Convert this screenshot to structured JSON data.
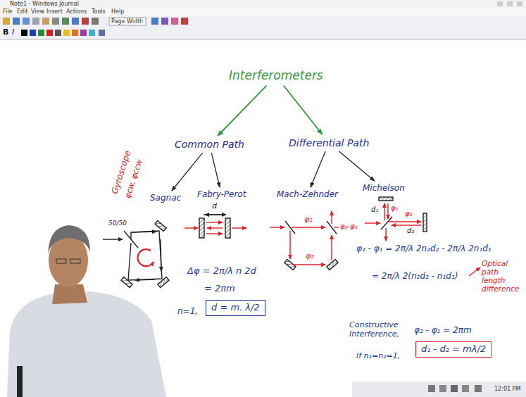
{
  "diagram": {
    "nodes": [
      {
        "text": [
          "Interferometers"
        ]
      },
      {
        "text": [
          "Common Path"
        ]
      },
      {
        "text": [
          "Differential Path"
        ]
      },
      {
        "text": [
          "Sagnac"
        ]
      },
      {
        "text": [
          "Fabry-Perot"
        ]
      },
      {
        "text": [
          "Mach-Zehnder"
        ]
      },
      {
        "text": [
          "Michelson"
        ]
      },
      {
        "text": [
          "d = m. λ/2"
        ]
      },
      {
        "text": [
          "d₁ - d₂ = mλ/2"
        ]
      }
    ],
    "edges": [
      {
        "from": 0,
        "to": 1,
        "arrow": "to"
      },
      {
        "from": 0,
        "to": 2,
        "arrow": "to"
      },
      {
        "from": 1,
        "to": 3,
        "arrow": "to"
      },
      {
        "from": 1,
        "to": 4,
        "arrow": "to"
      },
      {
        "from": 2,
        "to": 5,
        "arrow": "to"
      },
      {
        "from": 2,
        "to": 6,
        "arrow": "to"
      }
    ],
    "labels": [
      "Note1 - Windows Journal",
      "File",
      "Edit",
      "View",
      "Insert",
      "Actions",
      "Tools",
      "Help",
      "Page Width",
      "Gyroscope",
      "φcw, φccw",
      "50/50",
      "d",
      "Δφ = 2π/λ n 2d",
      "= 2πm",
      "n=1,",
      "φ₁",
      "φ₂-φ₁",
      "φ₂",
      "d₁",
      "φ₁",
      "φ₂",
      "d₂",
      "φ₂ - φ₁ = 2π/λ 2n₂d₂ - 2π/λ 2n₁d₁",
      "= 2π/λ 2(n₂d₂ - n₁d₁)",
      "Optical path length difference",
      "Constructive Interference,",
      "φ₂ - φ₁ = 2πm",
      "If n₁=n₂=1,",
      "12:01 PM",
      "B",
      "I"
    ]
  }
}
